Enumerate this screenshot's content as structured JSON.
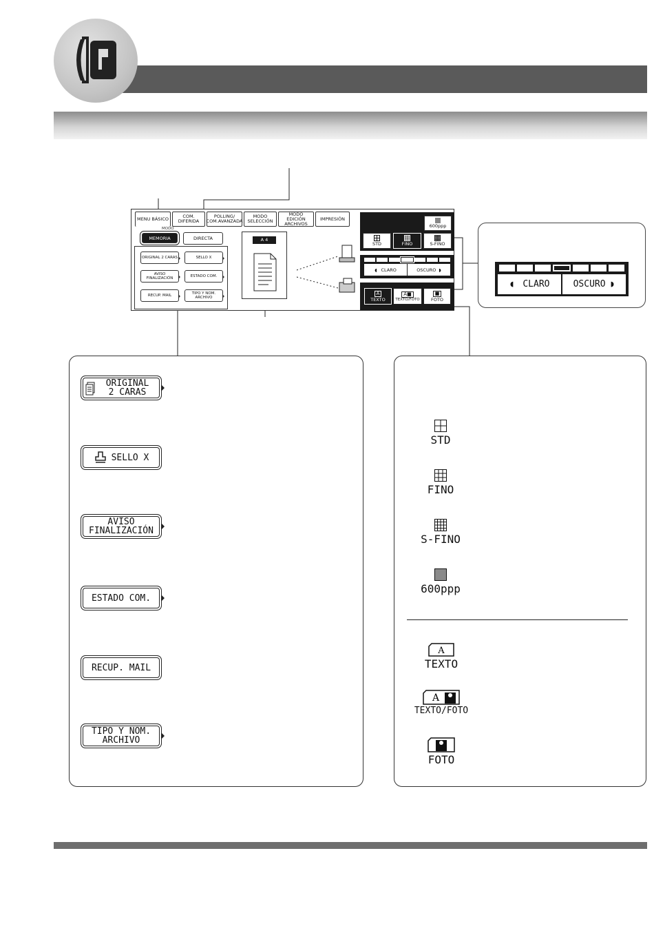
{
  "screen": {
    "tabs": [
      "MENU BÁSICO",
      "COM. DIFERIDA",
      "POLLING/ COM.AVANZADA",
      "MODO SELECCIÓN",
      "MODO EDICIÓN ARCHIVOS",
      "IMPRESIÓN"
    ],
    "modo_label": "MODO",
    "mode_buttons": [
      "MEMORIA",
      "DIRECTA"
    ],
    "function_buttons": [
      "ORIGINAL 2 CARAS",
      "SELLO X",
      "AVISO FINALIZACIÓN",
      "ESTADO COM.",
      "RECUP. MAIL",
      "TIPO Y NOM. ARCHIVO"
    ],
    "paper_size": "A 4",
    "resolution_buttons": [
      "STD",
      "FINO",
      "S-FINO"
    ],
    "ppp_button": "600ppp",
    "contrast": {
      "light": "CLARO",
      "dark": "OSCURO"
    },
    "type_buttons": [
      "TEXTO",
      "TEXTO/FOTO",
      "FOTO"
    ]
  },
  "callout": {
    "light": "CLARO",
    "dark": "OSCURO"
  },
  "left_panel": {
    "buttons": [
      {
        "line1": "ORIGINAL",
        "line2": "2 CARAS"
      },
      {
        "line1": "SELLO X",
        "line2": ""
      },
      {
        "line1": "AVISO",
        "line2": "FINALIZACIÓN"
      },
      {
        "line1": "ESTADO COM.",
        "line2": ""
      },
      {
        "line1": "RECUP. MAIL",
        "line2": ""
      },
      {
        "line1": "TIPO Y NOM.",
        "line2": "ARCHIVO"
      }
    ]
  },
  "right_panel": {
    "resolutions": [
      "STD",
      "FINO",
      "S-FINO",
      "600ppp"
    ],
    "types": [
      "TEXTO",
      "TEXTO/FOTO",
      "FOTO"
    ]
  },
  "icons": [
    "fax-logo-icon",
    "document-icon",
    "computer-icon",
    "fax-machine-icon",
    "stamp-icon",
    "duplex-icon",
    "grid-icon",
    "text-icon",
    "photo-icon"
  ]
}
